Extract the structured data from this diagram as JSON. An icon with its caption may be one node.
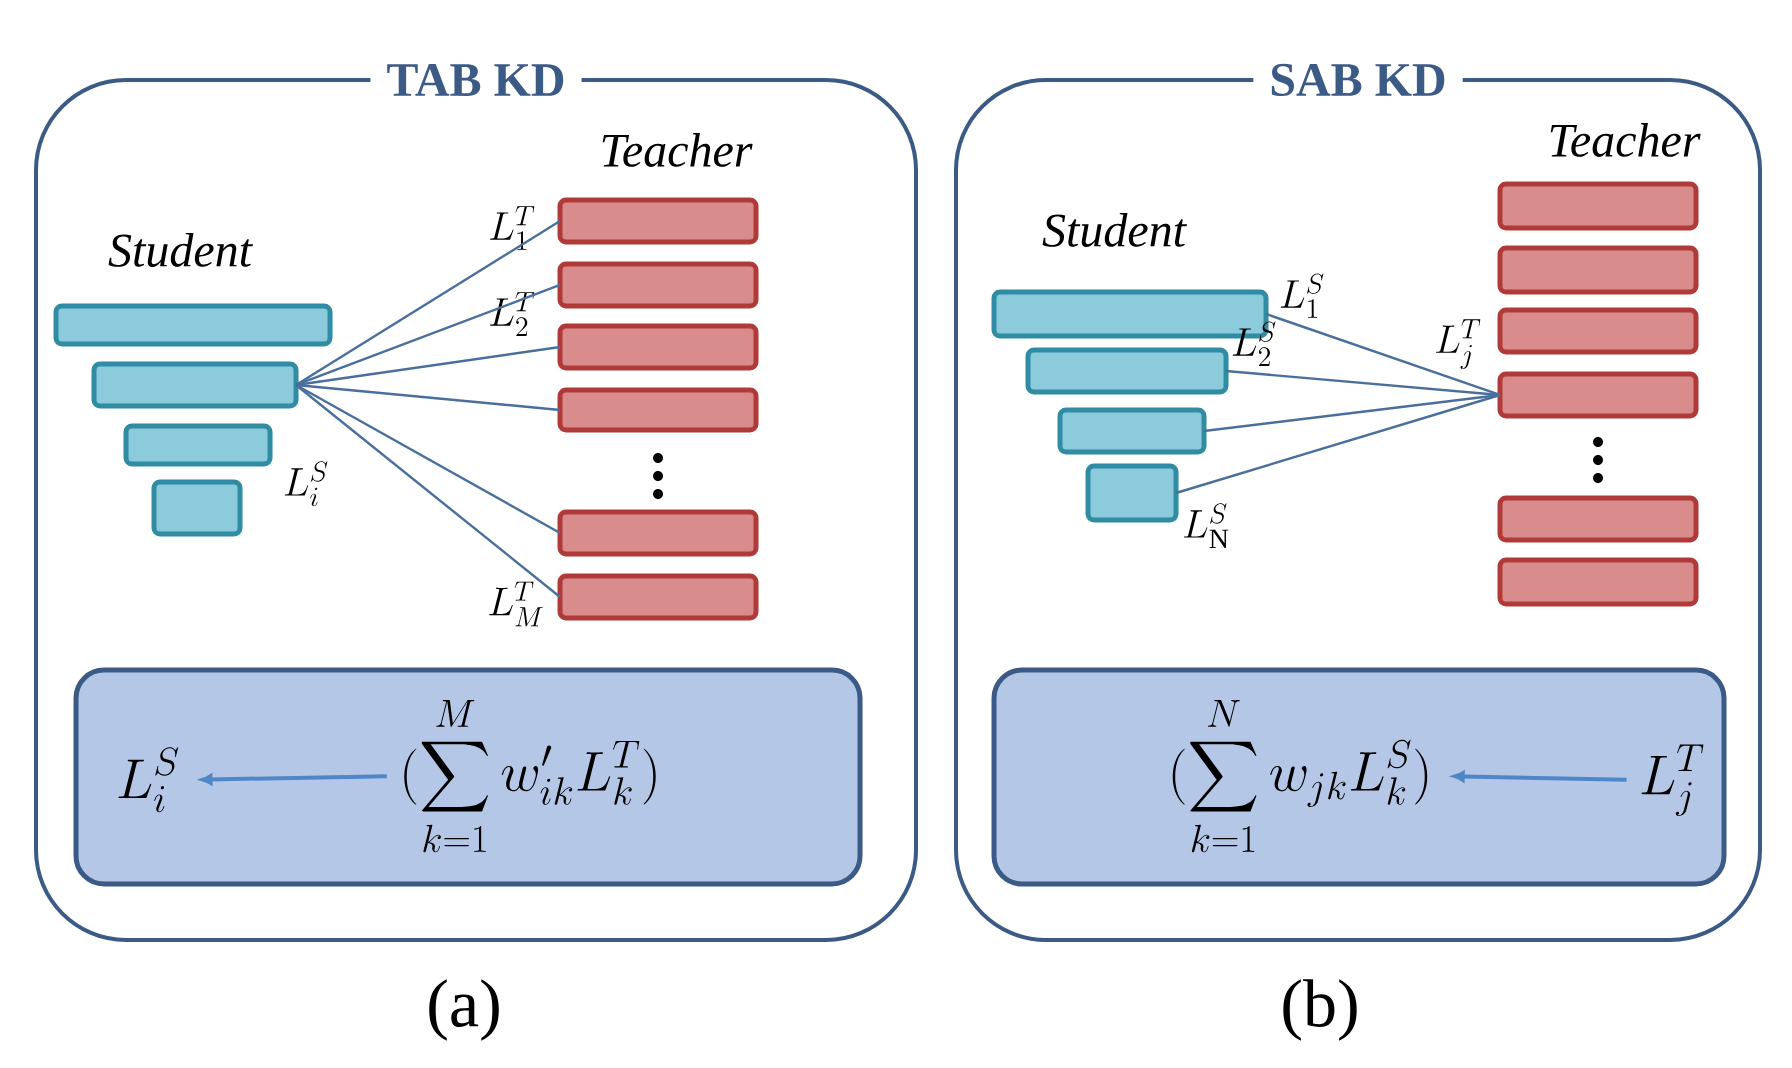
{
  "diagram": {
    "nodes": [
      {
        "text": [
          "TAB KD"
        ]
      },
      {
        "text": [],
        "shape": "box",
        "in": 0
      },
      {
        "text": [],
        "shape": "box",
        "in": 0
      },
      {
        "text": [],
        "shape": "box",
        "in": 0
      },
      {
        "text": [],
        "shape": "box",
        "in": 0
      },
      {
        "text": [],
        "shape": "box",
        "in": 0
      },
      {
        "text": [],
        "shape": "box",
        "in": 0
      },
      {
        "text": [],
        "shape": "box",
        "in": 0
      },
      {
        "text": [],
        "shape": "box",
        "in": 0
      },
      {
        "text": [],
        "shape": "box",
        "in": 0
      },
      {
        "text": [],
        "shape": "box",
        "in": 0
      },
      {
        "text": [],
        "shape": "box",
        "in": 0
      },
      {
        "text": [
          "L_i^S"
        ],
        "in": 11
      },
      {
        "text": [
          "(\\sum_{k=1}^{M} w'_{ik} L_k^T)"
        ],
        "in": 11
      },
      {
        "text": [
          "SAB KD"
        ]
      },
      {
        "text": [],
        "shape": "box",
        "in": 14
      },
      {
        "text": [],
        "shape": "box",
        "in": 14
      },
      {
        "text": [],
        "shape": "box",
        "in": 14
      },
      {
        "text": [],
        "shape": "box",
        "in": 14
      },
      {
        "text": [],
        "shape": "box",
        "in": 14
      },
      {
        "text": [],
        "shape": "box",
        "in": 14
      },
      {
        "text": [],
        "shape": "box",
        "in": 14
      },
      {
        "text": [],
        "shape": "box",
        "in": 14
      },
      {
        "text": [],
        "shape": "box",
        "in": 14
      },
      {
        "text": [],
        "shape": "box",
        "in": 14
      },
      {
        "text": [],
        "shape": "box",
        "in": 14
      },
      {
        "text": [
          "(\\sum_{k=1}^{N} w_{jk} L_k^S)"
        ],
        "in": 25
      },
      {
        "text": [
          "L_j^T"
        ],
        "in": 25
      }
    ],
    "edges": [
      {
        "from": 2,
        "to": 5,
        "arrow": "none"
      },
      {
        "from": 2,
        "to": 6,
        "arrow": "none"
      },
      {
        "from": 2,
        "to": 7,
        "arrow": "none"
      },
      {
        "from": 2,
        "to": 8,
        "arrow": "none"
      },
      {
        "from": 2,
        "to": 9,
        "arrow": "none"
      },
      {
        "from": 2,
        "to": 10,
        "arrow": "none"
      },
      {
        "from": 13,
        "to": 12,
        "arrow": "to",
        "color": "#4f86c6"
      },
      {
        "from": 15,
        "to": 22,
        "arrow": "none"
      },
      {
        "from": 16,
        "to": 22,
        "arrow": "none"
      },
      {
        "from": 17,
        "to": 22,
        "arrow": "none"
      },
      {
        "from": 18,
        "to": 22,
        "arrow": "none"
      },
      {
        "from": 27,
        "to": 26,
        "arrow": "to",
        "color": "#4f86c6"
      }
    ],
    "labels": [
      "Student",
      "Teacher",
      "L_1^T",
      "L_2^T",
      "L_i^S",
      "L_M^T",
      "Student",
      "Teacher",
      "L_1^S",
      "L_2^S",
      "L_j^T",
      "L_\\mathrm{N}^S",
      "(a)",
      "(b)"
    ]
  }
}
